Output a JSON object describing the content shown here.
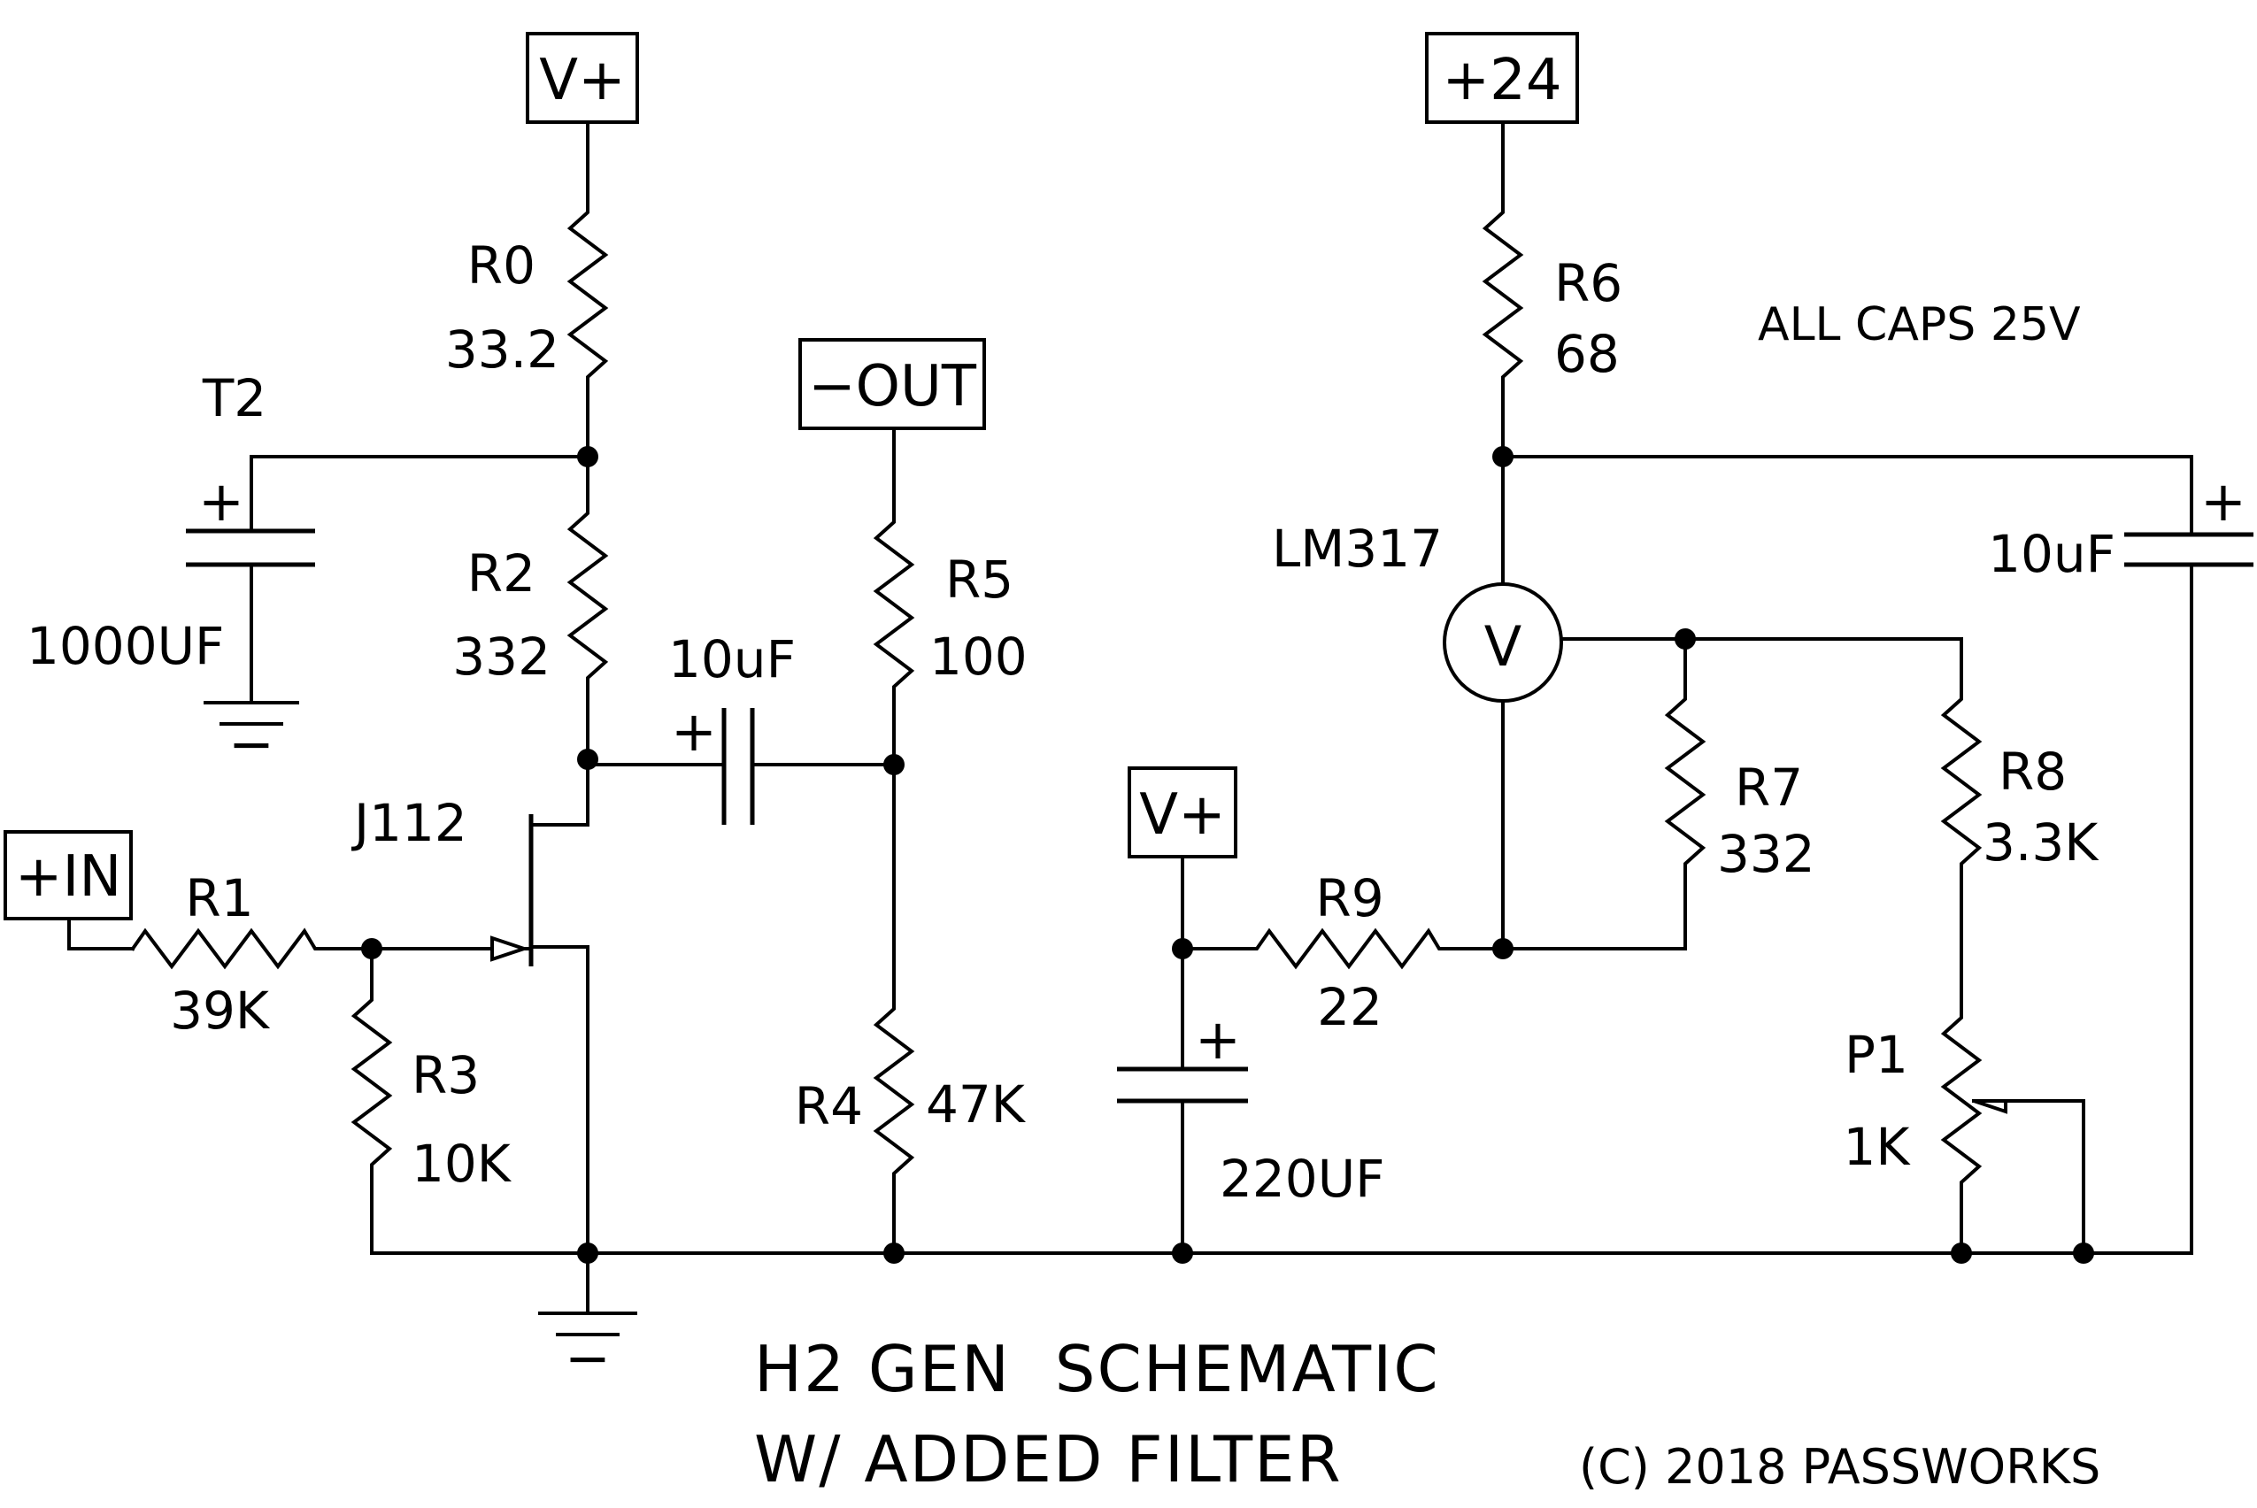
{
  "ports": {
    "vplus_top": "V+",
    "plus24": "+24",
    "minus_out": "−OUT",
    "vplus_mid": "V+",
    "plus_in": "+IN"
  },
  "components": {
    "r0": {
      "name": "R0",
      "value": "33.2"
    },
    "r1": {
      "name": "R1",
      "value": "39K"
    },
    "r2": {
      "name": "R2",
      "value": "332"
    },
    "r3": {
      "name": "R3",
      "value": "10K"
    },
    "r4": {
      "name": "R4",
      "value": "47K"
    },
    "r5": {
      "name": "R5",
      "value": "100"
    },
    "r6": {
      "name": "R6",
      "value": "68"
    },
    "r7": {
      "name": "R7",
      "value": "332"
    },
    "r8": {
      "name": "R8",
      "value": "3.3K"
    },
    "r9": {
      "name": "R9",
      "value": "22"
    },
    "p1": {
      "name": "P1",
      "value": "1K"
    },
    "t2": {
      "name": "T2",
      "value": "1000UF"
    },
    "c_coupling": {
      "value": "10uF"
    },
    "c_filter": {
      "value": "220UF"
    },
    "c_reg": {
      "value": "10uF"
    },
    "q1": {
      "name": "J112"
    },
    "reg": {
      "name": "LM317",
      "symbol": "V"
    }
  },
  "polarity": {
    "plus": "+",
    "minus": "−"
  },
  "notes": {
    "caps": "ALL CAPS 25V",
    "title_line1": "H2 GEN  SCHEMATIC",
    "title_line2": "W/ ADDED FILTER",
    "copyright": "(C) 2018 PASSWORKS"
  },
  "colors": {
    "ink": "#000000",
    "paper": "#ffffff"
  }
}
